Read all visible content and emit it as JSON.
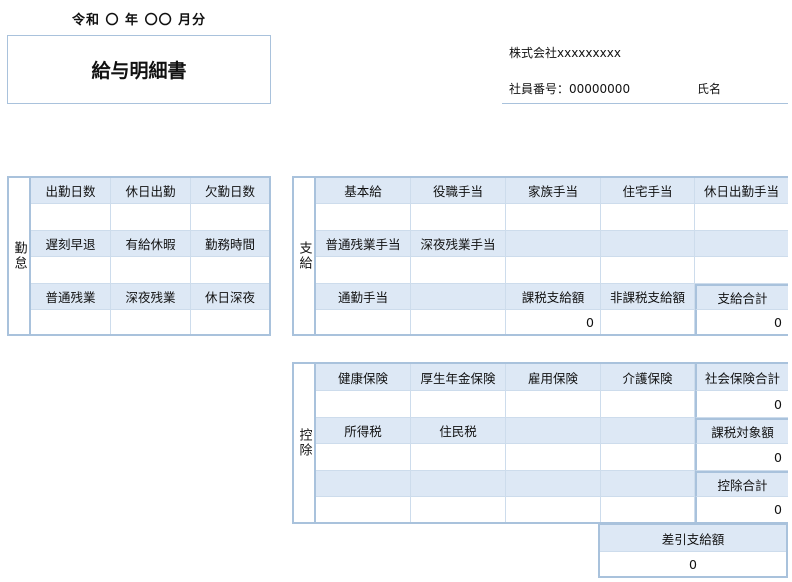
{
  "header": {
    "period": "令和 〇 年 〇〇 月分",
    "title": "給与明細書",
    "company": "株式会社xxxxxxxxx",
    "employee_no": "社員番号：00000000",
    "name_label": "氏名"
  },
  "attendance": {
    "label": "勤怠",
    "headers": [
      [
        "出勤日数",
        "休日出勤",
        "欠勤日数"
      ],
      [
        "遅刻早退",
        "有給休暇",
        "勤務時間"
      ],
      [
        "普通残業",
        "深夜残業",
        "休日深夜"
      ]
    ]
  },
  "payment": {
    "label": "支給",
    "headers": [
      [
        "基本給",
        "役職手当",
        "家族手当",
        "住宅手当",
        "休日出勤手当"
      ],
      [
        "普通残業手当",
        "深夜残業手当",
        "",
        "",
        ""
      ],
      [
        "通勤手当",
        "",
        "課税支給額",
        "非課税支給額",
        "支給合計"
      ]
    ],
    "values": [
      [
        "",
        "",
        "",
        "",
        ""
      ],
      [
        "",
        "",
        "",
        "",
        ""
      ],
      [
        "",
        "",
        "0",
        "",
        "0"
      ]
    ]
  },
  "deduction": {
    "label": "控除",
    "headers": [
      [
        "健康保険",
        "厚生年金保険",
        "雇用保険",
        "介護保険",
        "社会保険合計"
      ],
      [
        "所得税",
        "住民税",
        "",
        "",
        "課税対象額"
      ],
      [
        "",
        "",
        "",
        "",
        "控除合計"
      ]
    ],
    "values": [
      [
        "",
        "",
        "",
        "",
        "0"
      ],
      [
        "",
        "",
        "",
        "",
        "0"
      ],
      [
        "",
        "",
        "",
        "",
        "0"
      ]
    ]
  },
  "net_pay": {
    "label": "差引支給額",
    "value": "0"
  }
}
